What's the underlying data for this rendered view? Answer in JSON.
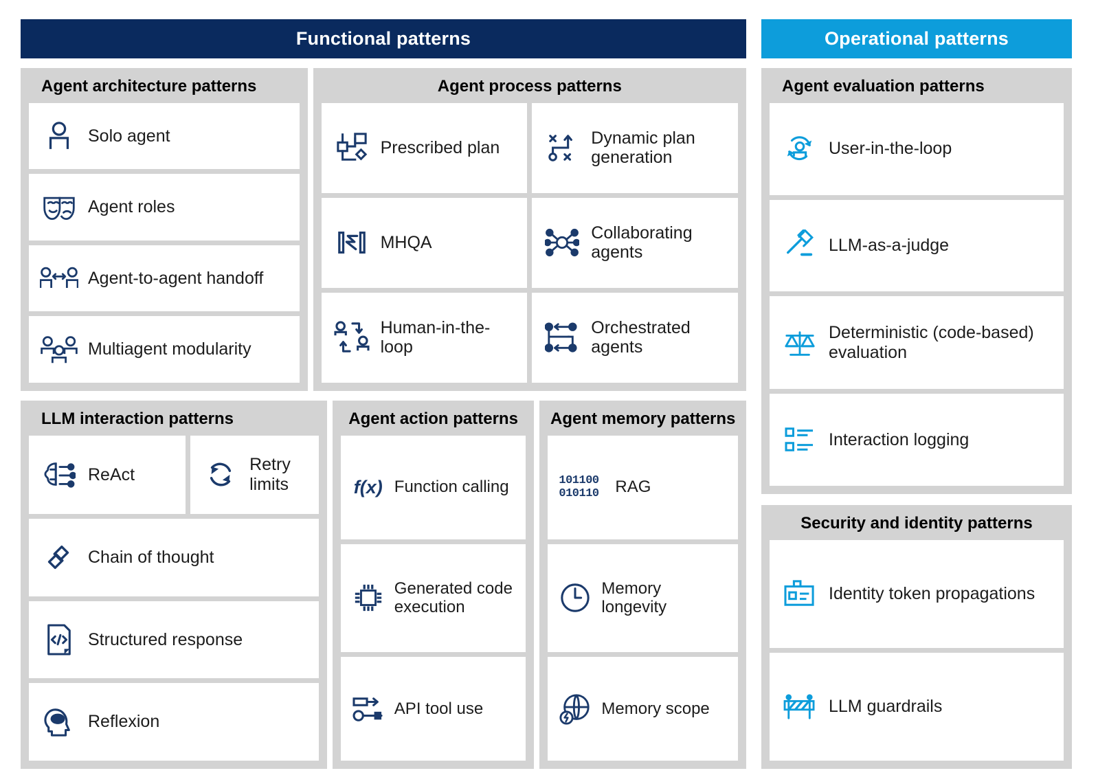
{
  "colors": {
    "navy_banner": "#0a2a5e",
    "blue_banner": "#0d9ddb",
    "panel_gray": "#d3d3d3",
    "card_white": "#ffffff",
    "icon_navy": "#1b3a6b",
    "icon_blue": "#0d9ddb",
    "text_black": "#000000"
  },
  "banners": {
    "functional": "Functional patterns",
    "operational": "Operational patterns"
  },
  "panels": {
    "agent_architecture": {
      "title": "Agent architecture patterns",
      "items": [
        {
          "label": "Solo agent",
          "icon": "person-icon"
        },
        {
          "label": "Agent roles",
          "icon": "theater-masks-icon"
        },
        {
          "label": "Agent-to-agent handoff",
          "icon": "two-people-exchange-icon"
        },
        {
          "label": "Multiagent modularity",
          "icon": "three-people-icon"
        }
      ]
    },
    "agent_process": {
      "title": "Agent process patterns",
      "items": [
        {
          "label": "Prescribed plan",
          "icon": "flowchart-icon"
        },
        {
          "label": "Dynamic plan generation",
          "icon": "branching-arrow-icon"
        },
        {
          "label": "MHQA",
          "icon": "brackets-zigzag-icon"
        },
        {
          "label": "Collaborating agents",
          "icon": "network-nodes-icon"
        },
        {
          "label": "Human-in-the-loop",
          "icon": "people-loop-arrows-icon"
        },
        {
          "label": "Orchestrated agents",
          "icon": "orchestration-nodes-icon"
        }
      ]
    },
    "llm_interaction": {
      "title": "LLM interaction patterns",
      "items": [
        {
          "label": "ReAct",
          "icon": "brain-circuit-icon"
        },
        {
          "label": "Retry limits",
          "icon": "refresh-cycle-icon"
        },
        {
          "label": "Chain of thought",
          "icon": "chain-link-icon"
        },
        {
          "label": "Structured response",
          "icon": "code-document-icon"
        },
        {
          "label": "Reflexion",
          "icon": "head-brain-icon"
        }
      ]
    },
    "agent_action": {
      "title": "Agent action patterns",
      "items": [
        {
          "label": "Function calling",
          "icon": "fx-icon"
        },
        {
          "label": "Generated code execution",
          "icon": "cpu-chip-icon"
        },
        {
          "label": "API tool use",
          "icon": "wrench-tools-icon"
        }
      ]
    },
    "agent_memory": {
      "title": "Agent memory patterns",
      "items": [
        {
          "label": "RAG",
          "icon": "binary-digits-icon"
        },
        {
          "label": "Memory longevity",
          "icon": "clock-icon"
        },
        {
          "label": "Memory scope",
          "icon": "globe-bolt-icon"
        }
      ]
    },
    "agent_evaluation": {
      "title": "Agent evaluation patterns",
      "items": [
        {
          "label": "User-in-the-loop",
          "icon": "person-cycle-icon"
        },
        {
          "label": "LLM-as-a-judge",
          "icon": "gavel-icon"
        },
        {
          "label": "Deterministic (code-based) evaluation",
          "icon": "scales-balance-icon"
        },
        {
          "label": "Interaction logging",
          "icon": "list-log-icon"
        }
      ]
    },
    "security_identity": {
      "title": "Security and identity patterns",
      "items": [
        {
          "label": "Identity token propagations",
          "icon": "id-badge-icon"
        },
        {
          "label": "LLM guardrails",
          "icon": "barrier-icon"
        }
      ]
    }
  },
  "icon_text": {
    "fx": "f(x)",
    "binary_top": "101100",
    "binary_bottom": "010110"
  }
}
